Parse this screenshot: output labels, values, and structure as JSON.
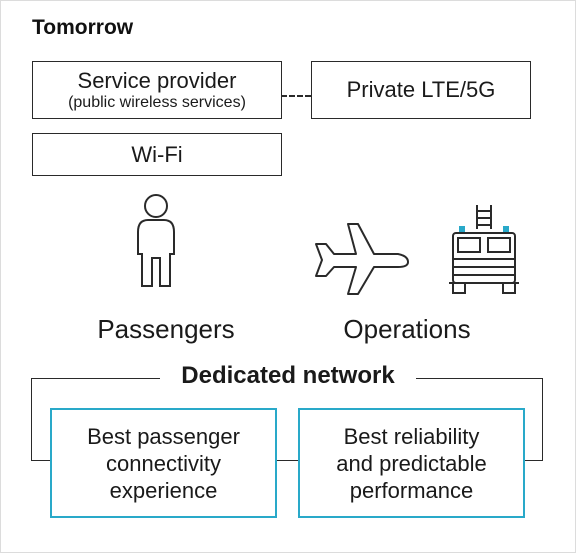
{
  "heading": "Tomorrow",
  "boxes": {
    "service_provider": {
      "title": "Service provider",
      "subtitle": "(public wireless services)"
    },
    "private_lte": {
      "title": "Private LTE/5G"
    },
    "wifi": {
      "title": "Wi-Fi"
    }
  },
  "users": {
    "passengers": {
      "label": "Passengers",
      "icon": "person-icon"
    },
    "operations": {
      "label": "Operations",
      "icon_plane": "airplane-icon",
      "icon_truck": "fire-truck-icon"
    }
  },
  "network": {
    "title": "Dedicated network",
    "left_benefit": {
      "line1": "Best passenger",
      "line2": "connectivity",
      "line3": "experience"
    },
    "right_benefit": {
      "line1": "Best reliability",
      "line2": "and predictable",
      "line3": "performance"
    }
  },
  "colors": {
    "accent": "#29a9c9",
    "stroke": "#2a2a2a",
    "text": "#1a1a1a"
  }
}
